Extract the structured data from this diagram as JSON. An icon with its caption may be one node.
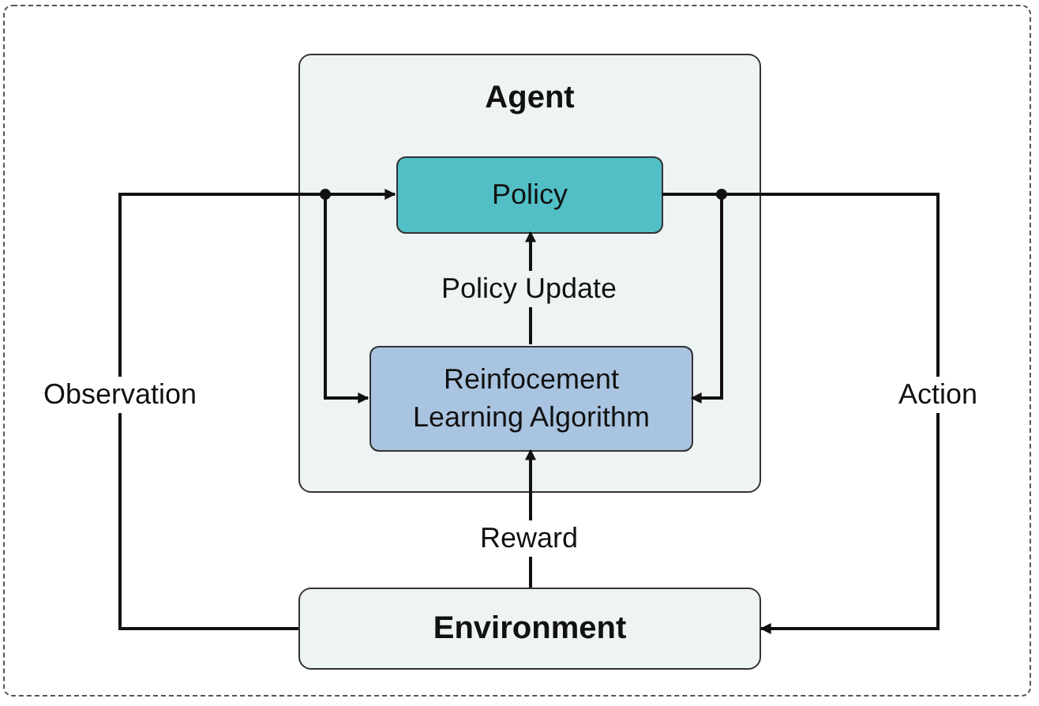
{
  "diagram": {
    "nodes": [
      {
        "text": [
          "Agent"
        ]
      },
      {
        "text": [
          "Policy"
        ],
        "in": 0
      },
      {
        "text": [
          "Reinfocement Learning Algorithm"
        ],
        "in": 0
      },
      {
        "text": [
          "Environment"
        ]
      }
    ],
    "edges": [
      {
        "from": 3,
        "to": 1,
        "arrow": "to",
        "label": "Observation"
      },
      {
        "from": 3,
        "to": 2,
        "arrow": "to"
      },
      {
        "from": 1,
        "to": 3,
        "arrow": "to",
        "label": "Action"
      },
      {
        "from": 1,
        "to": 2,
        "arrow": "to"
      },
      {
        "from": 2,
        "to": 1,
        "arrow": "to",
        "label": "Policy Update"
      },
      {
        "from": 3,
        "to": 2,
        "arrow": "to",
        "label": "Reward"
      }
    ]
  }
}
